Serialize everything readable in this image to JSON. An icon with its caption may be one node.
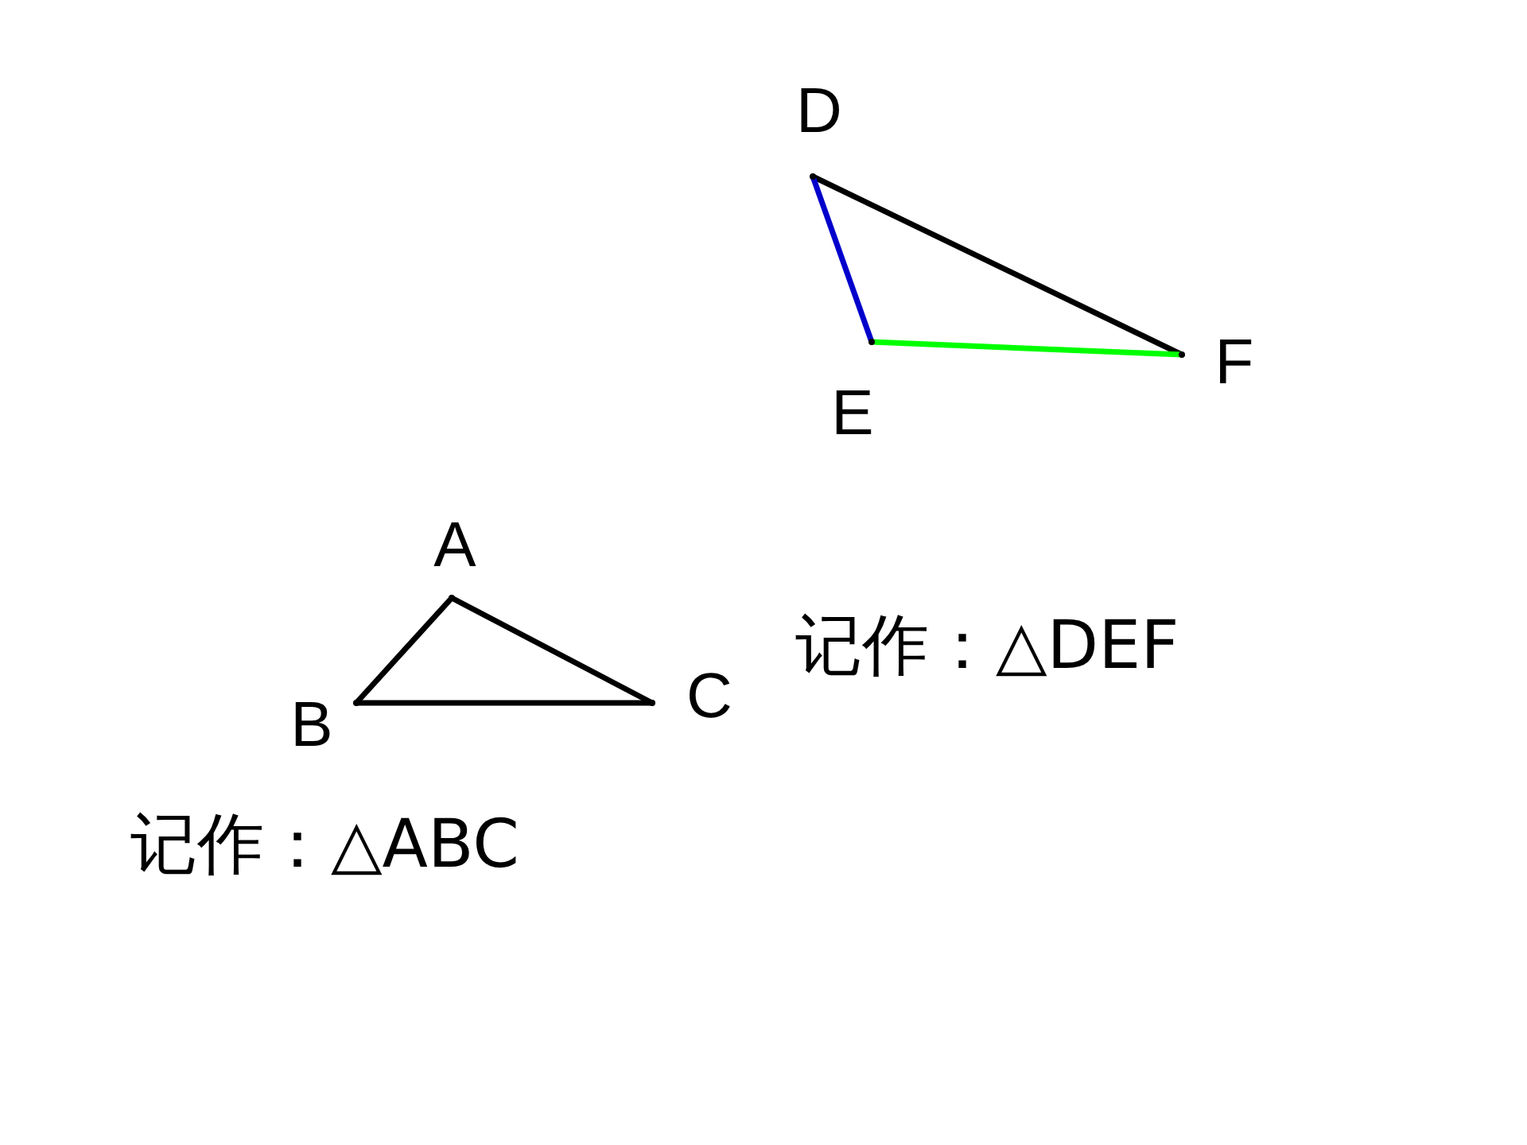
{
  "diagram": {
    "nodes": [
      {
        "text": [],
        "shape": "point",
        "beside": [
          "D"
        ]
      },
      {
        "text": [],
        "shape": "point",
        "beside": [
          "E"
        ]
      },
      {
        "text": [],
        "shape": "point",
        "beside": [
          "F"
        ]
      },
      {
        "text": [],
        "shape": "point",
        "beside": [
          "A"
        ]
      },
      {
        "text": [],
        "shape": "point",
        "beside": [
          "B"
        ]
      },
      {
        "text": [],
        "shape": "point",
        "beside": [
          "C"
        ]
      }
    ],
    "edges": [
      {
        "from": 0,
        "to": 2,
        "arrow": "none"
      },
      {
        "from": 0,
        "to": 1,
        "arrow": "none",
        "color": "#0000cc"
      },
      {
        "from": 1,
        "to": 2,
        "arrow": "none",
        "color": "#00ff00"
      },
      {
        "from": 3,
        "to": 4,
        "arrow": "none"
      },
      {
        "from": 4,
        "to": 5,
        "arrow": "none"
      },
      {
        "from": 5,
        "to": 3,
        "arrow": "none"
      }
    ],
    "labels": [
      "记作：△DEF",
      "记作：△ABC"
    ]
  }
}
